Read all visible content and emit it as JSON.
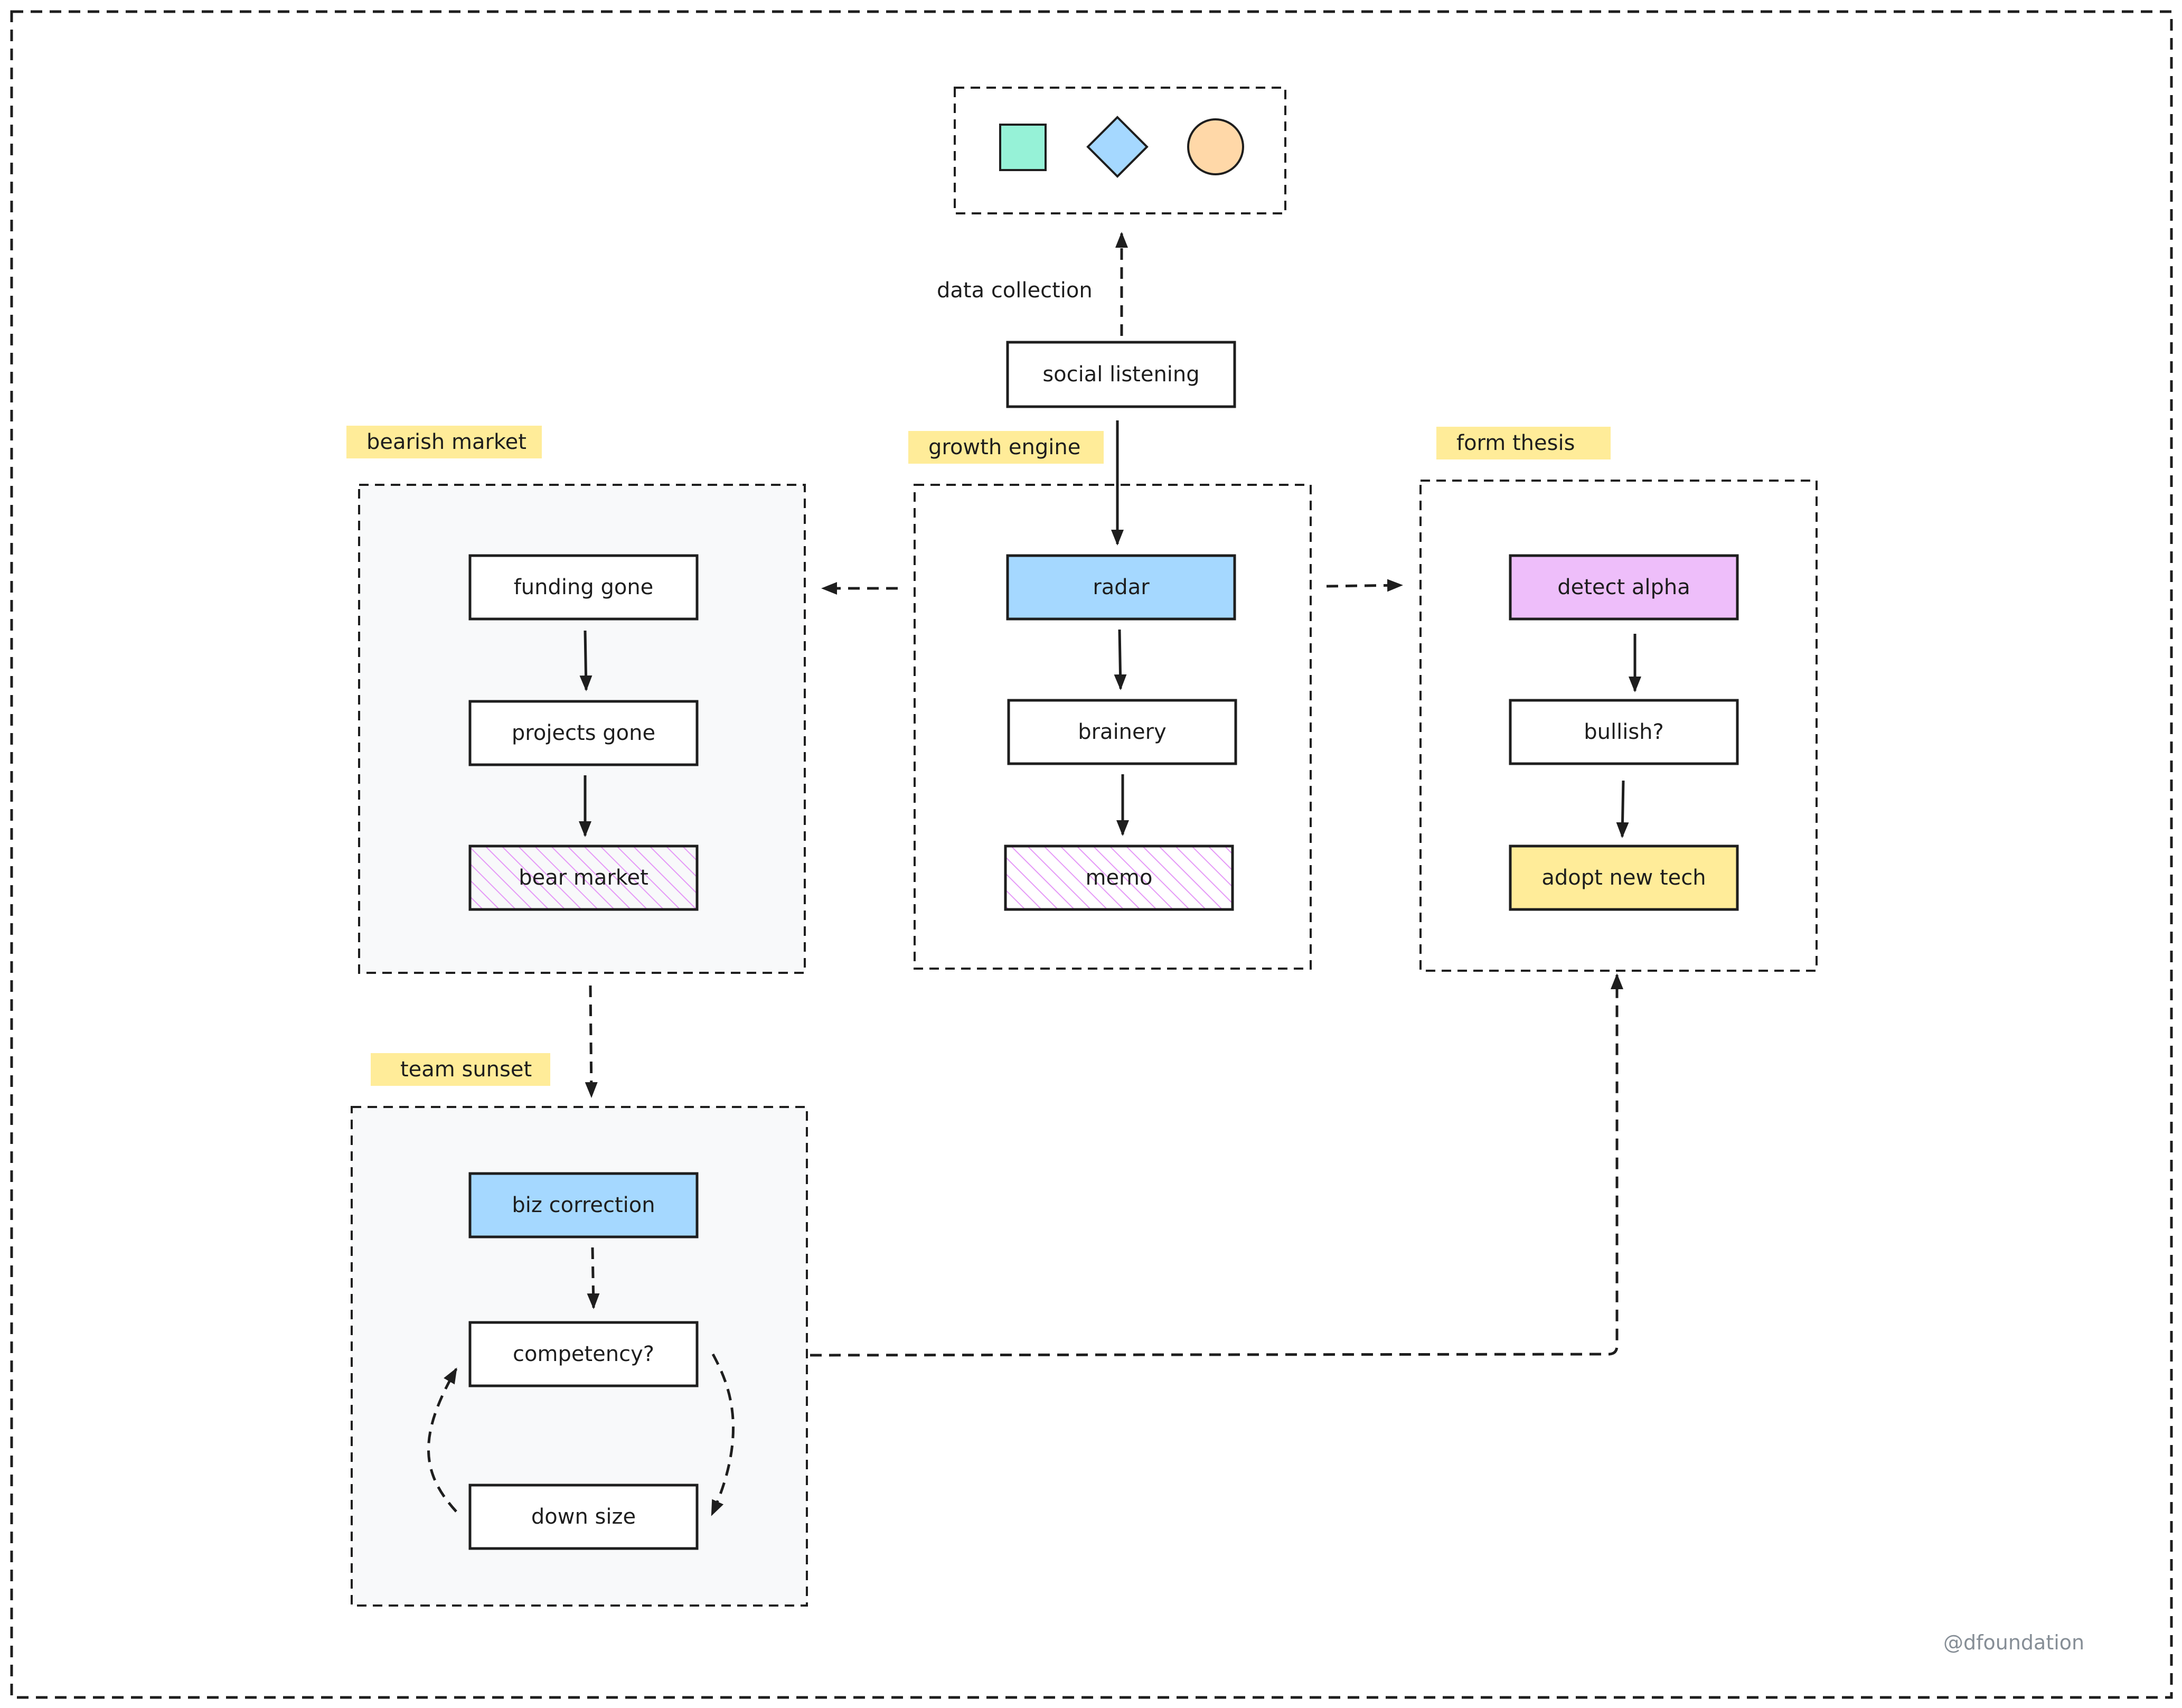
{
  "colors": {
    "stroke": "#1e1e1e",
    "group_fill": "#f8f9fa",
    "blue": "#a5d8ff",
    "violet": "#eebefa",
    "yellow": "#ffec99",
    "teal": "#96f2d7",
    "peach": "#ffd8a8",
    "hatch": "#e599f7",
    "watermark": "#868e96"
  },
  "legend": {
    "shapes": [
      "square-icon",
      "diamond-icon",
      "circle-icon"
    ]
  },
  "edge_labels": {
    "data_collection": "data collection"
  },
  "groups": {
    "bearish_market": {
      "tag": "bearish market"
    },
    "growth_engine": {
      "tag": "growth engine"
    },
    "form_thesis": {
      "tag": "form thesis"
    },
    "team_sunset": {
      "tag": "team sunset"
    }
  },
  "nodes": {
    "social_listening": "social listening",
    "funding_gone": "funding gone",
    "projects_gone": "projects gone",
    "bear_market": "bear market",
    "radar": "radar",
    "brainery": "brainery",
    "memo": "memo",
    "detect_alpha": "detect alpha",
    "bullish": "bullish?",
    "adopt_new_tech": "adopt new tech",
    "biz_correction": "biz correction",
    "competency": "competency?",
    "down_size": "down size"
  },
  "footer": {
    "watermark": "@dfoundation"
  }
}
